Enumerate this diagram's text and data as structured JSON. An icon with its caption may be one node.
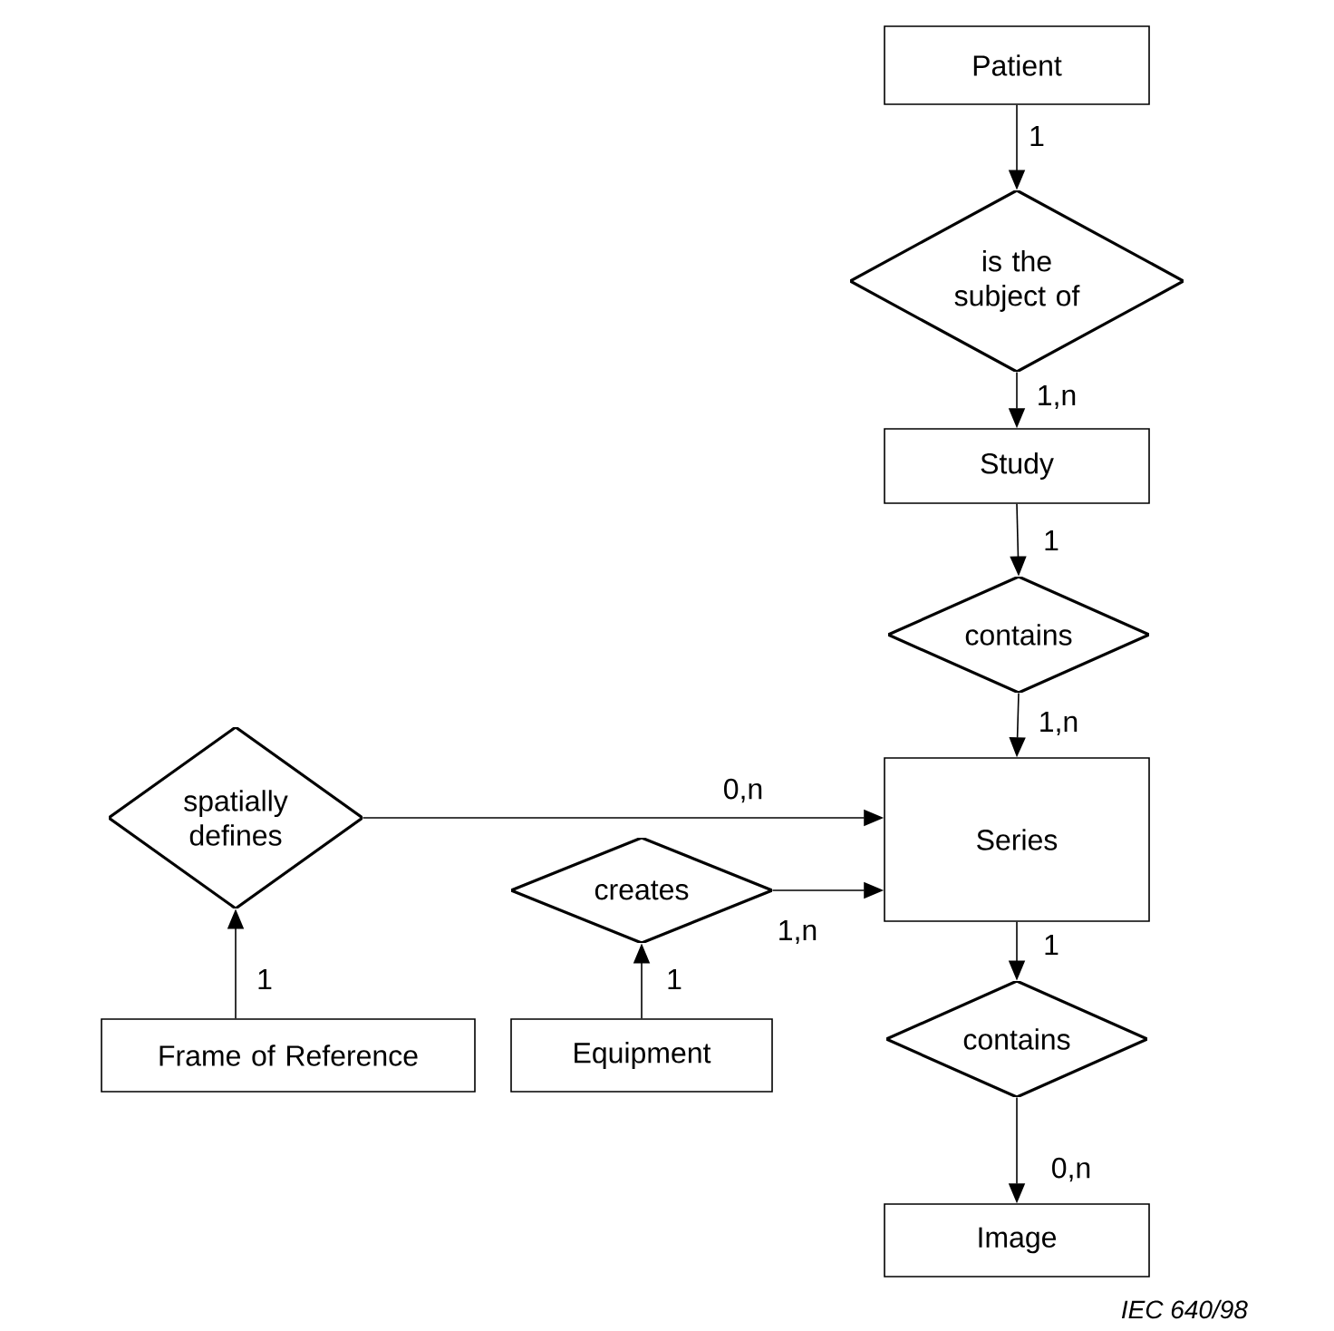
{
  "diagram": {
    "nodes": [
      {
        "text": [
          "Patient"
        ]
      },
      {
        "text": [
          "is the subject of"
        ]
      },
      {
        "text": [
          "Study"
        ]
      },
      {
        "text": [
          "contains"
        ]
      },
      {
        "text": [
          "spatially defines"
        ]
      },
      {
        "text": [
          "Series"
        ]
      },
      {
        "text": [
          "creates"
        ]
      },
      {
        "text": [
          "contains"
        ]
      },
      {
        "text": [
          "Frame of Reference"
        ]
      },
      {
        "text": [
          "Equipment"
        ]
      },
      {
        "text": [
          "Image"
        ]
      }
    ],
    "edges": [
      {
        "from": 0,
        "to": 1,
        "arrow": "to",
        "label": "1"
      },
      {
        "from": 1,
        "to": 2,
        "arrow": "to",
        "label": "1,n"
      },
      {
        "from": 2,
        "to": 3,
        "arrow": "to",
        "label": "1"
      },
      {
        "from": 3,
        "to": 5,
        "arrow": "to",
        "label": "1,n"
      },
      {
        "from": 4,
        "to": 5,
        "arrow": "to",
        "label": "0,n"
      },
      {
        "from": 6,
        "to": 5,
        "arrow": "to",
        "label": "1,n"
      },
      {
        "from": 8,
        "to": 4,
        "arrow": "to",
        "label": "1"
      },
      {
        "from": 9,
        "to": 6,
        "arrow": "to",
        "label": "1"
      },
      {
        "from": 5,
        "to": 7,
        "arrow": "to",
        "label": "1"
      },
      {
        "from": 7,
        "to": 10,
        "arrow": "to",
        "label": "0,n"
      }
    ],
    "labels": [
      "IEC 640/98"
    ]
  }
}
